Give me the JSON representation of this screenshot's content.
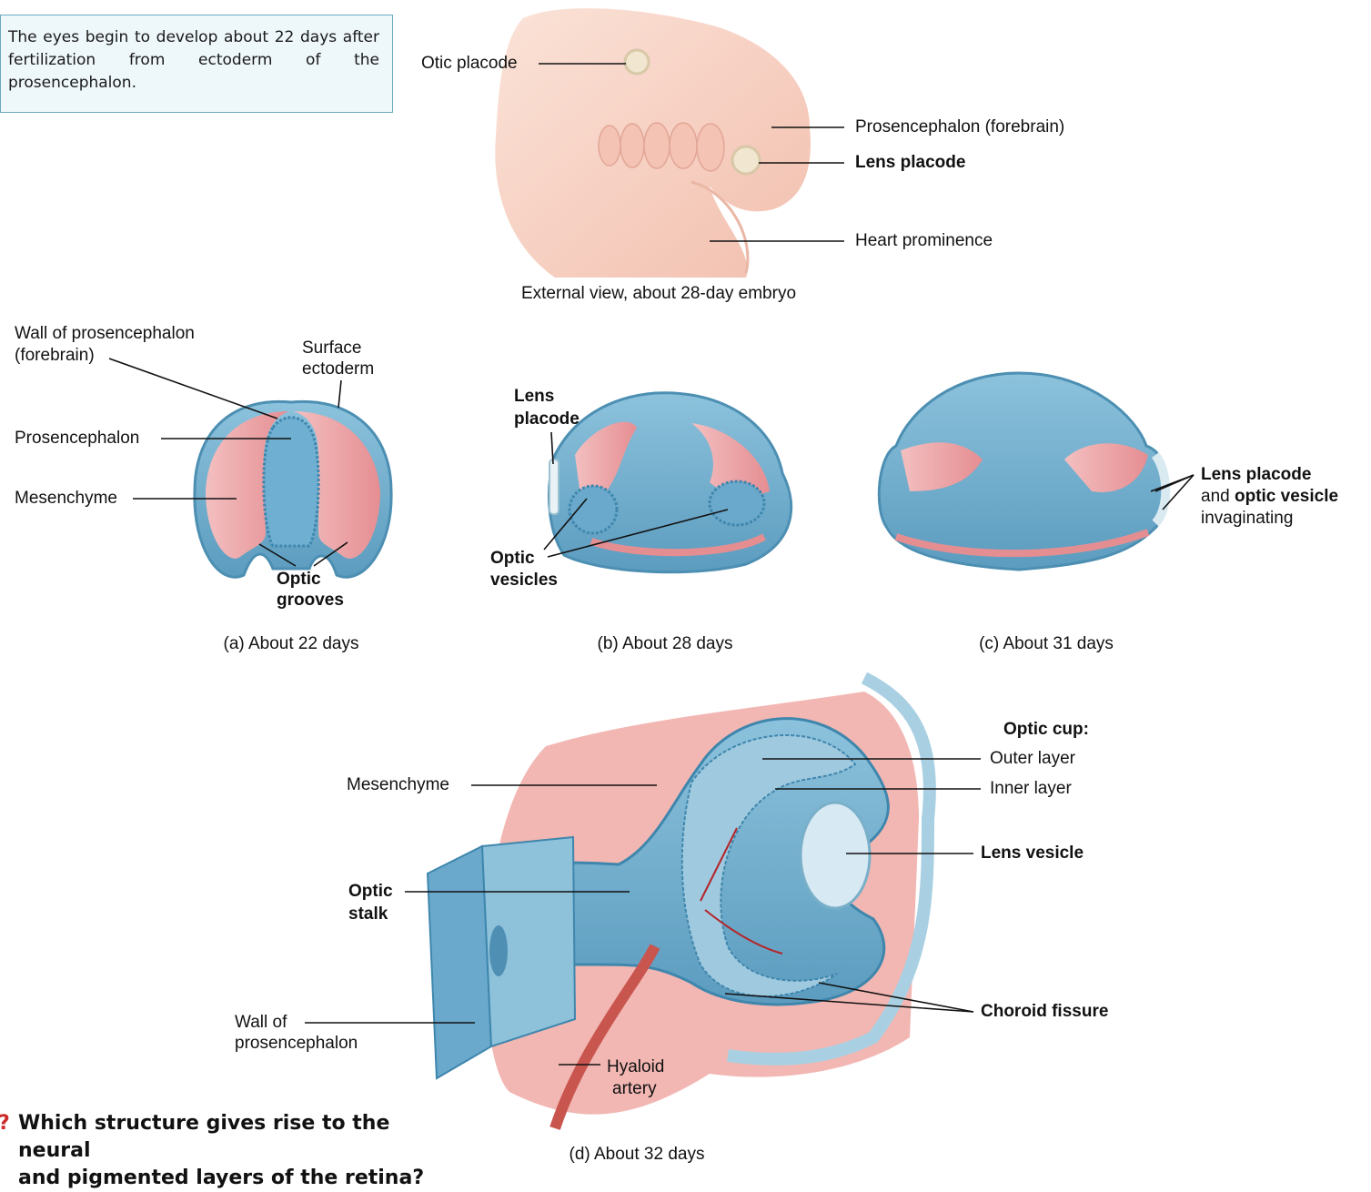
{
  "note": "The eyes begin to develop about 22 days after fertilization from ectoderm of the prosencephalon.",
  "top_panel": {
    "caption": "External view, about 28-day embryo",
    "labels": {
      "otic_placode": "Otic placode",
      "prosencephalon": "Prosencephalon (forebrain)",
      "lens_placode": "Lens placode",
      "heart_prominence": "Heart prominence"
    }
  },
  "panel_a": {
    "caption": "(a) About 22 days",
    "labels": {
      "wall_line1": "Wall of prosencephalon",
      "wall_line2": "(forebrain)",
      "surface_line1": "Surface",
      "surface_line2": "ectoderm",
      "prosencephalon": "Prosencephalon",
      "mesenchyme": "Mesenchyme",
      "optic_line1": "Optic",
      "optic_line2": "grooves"
    }
  },
  "panel_b": {
    "caption": "(b) About 28 days",
    "labels": {
      "lens_line1": "Lens",
      "lens_line2": "placode",
      "optic_line1": "Optic",
      "optic_line2": "vesicles"
    }
  },
  "panel_c": {
    "caption": "(c) About 31 days",
    "labels": {
      "lens_placode": "Lens placode",
      "and": "and",
      "optic_vesicle": "optic vesicle",
      "invaginating": "invaginating"
    }
  },
  "panel_d": {
    "caption": "(d) About 32 days",
    "labels": {
      "optic_cup": "Optic cup:",
      "outer_layer": "Outer layer",
      "inner_layer": "Inner layer",
      "mesenchyme": "Mesenchyme",
      "lens_vesicle": "Lens vesicle",
      "optic_stalk_line1": "Optic",
      "optic_stalk_line2": "stalk",
      "choroid_fissure": "Choroid fissure",
      "wall_line1": "Wall of",
      "wall_line2": "prosencephalon",
      "hyaloid_line1": "Hyaloid",
      "hyaloid_line2": "artery"
    }
  },
  "question": {
    "icon": "question-icon",
    "line1": "Which structure gives rise to the neural",
    "line2": "and pigmented layers of the retina?"
  },
  "colors": {
    "tissue_blue": "#7fb6d2",
    "tissue_pink": "#eaa2a4",
    "skin": "#f6cfc0",
    "note_bg": "#eef7fa",
    "note_border": "#6aa9bf",
    "question_icon": "#cc2b2b"
  }
}
